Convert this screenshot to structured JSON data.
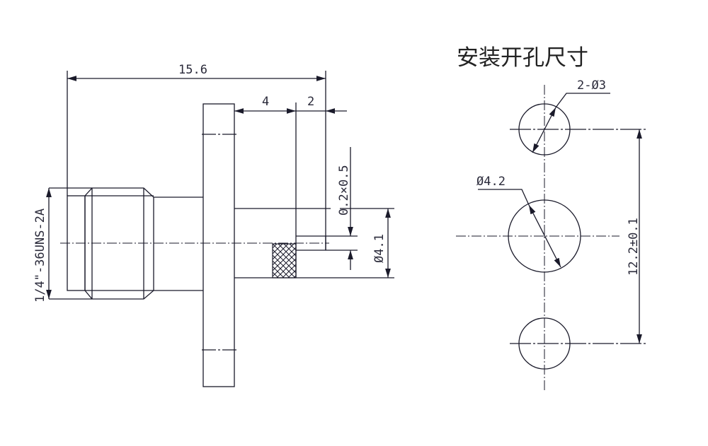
{
  "title": "安装开孔尺寸",
  "side_view": {
    "overall_length": "15.6",
    "dim_flange_to_pin": "4",
    "dim_pin_length": "2",
    "chamfer": "0.2×0.5",
    "body_diameter": "Ø4.1",
    "thread": "1/4\"-36UNS-2A"
  },
  "panel_cutout": {
    "mount_holes": "2-Ø3",
    "center_hole": "Ø4.2",
    "hole_spacing": "12.2±0.1"
  }
}
